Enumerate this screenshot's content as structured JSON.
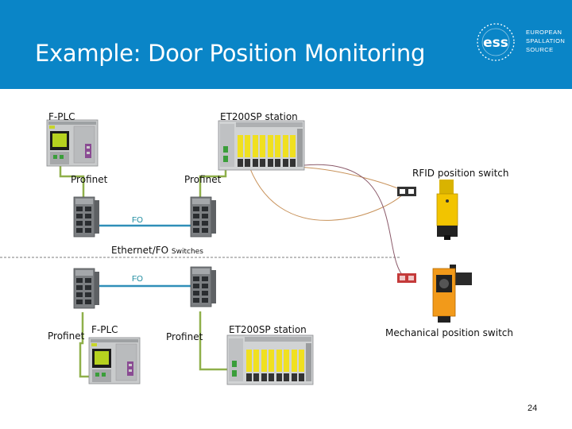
{
  "title": "Example: Door Position Monitoring",
  "logo": {
    "icon": "ess-logo-icon",
    "mark": "ess",
    "line1": "EUROPEAN",
    "line2": "SPALLATION",
    "line3": "SOURCE"
  },
  "labels": {
    "fplc_top": "F-PLC",
    "et200sp_top": "ET200SP station",
    "profinet_left": "Profinet",
    "profinet_mid": "Profinet",
    "rfid_switch": "RFID position switch",
    "fo_top": "FO",
    "ethernet_fo": "Ethernet/FO",
    "switches": "Switches",
    "fo_bottom": "FO",
    "profinet_bottom_left": "Profinet",
    "fplc_bottom": "F-PLC",
    "profinet_bottom_mid": "Profinet",
    "et200sp_bottom": "ET200SP station",
    "mech_switch": "Mechanical position switch"
  },
  "page_number": "24",
  "colors": {
    "header": "#0a85c7",
    "profinet_cable": "#8fb04a",
    "fo_cable": "#2f8fb8",
    "rfid_wire": "#c8925a",
    "mech_wire": "#8b5a6a",
    "divider": "#555555",
    "rfid_marker": "#333333",
    "mech_marker": "#c43a3a",
    "rfid_sensor": "#f2c400",
    "mech_sensor": "#f29a1a"
  }
}
